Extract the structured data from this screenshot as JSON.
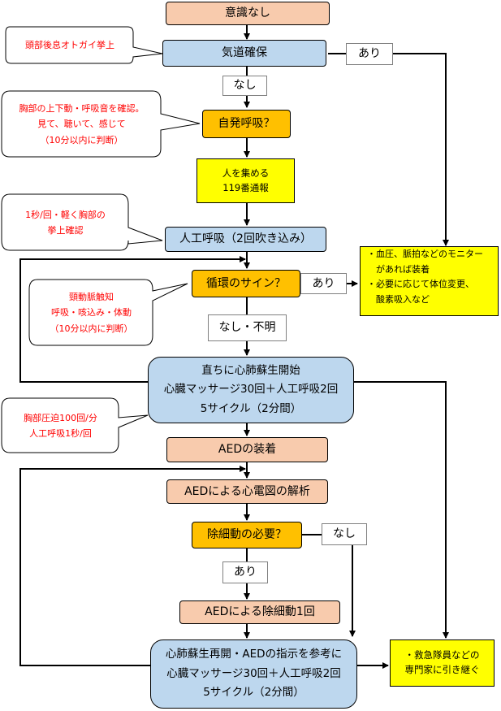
{
  "nodes": {
    "unconscious": "意識なし",
    "airway": "気道確保",
    "spontaneous_breathing": "自発呼吸？",
    "gather": [
      "人を集める",
      "119番通報"
    ],
    "artificial_respiration": "人工呼吸（2回吹き込み）",
    "circulation_sign": "循環のサイン？",
    "cpr_start": [
      "直ちに心肺蘇生開始",
      "心臓マッサージ30回＋人工呼吸2回",
      "5サイクル（2分間）"
    ],
    "aed_attach": "AEDの装着",
    "aed_analysis": "AEDによる心電図の解析",
    "defib_needed": "除細動の必要？",
    "aed_defib": "AEDによる除細動1回",
    "cpr_resume": [
      "心肺蘇生再開・AEDの指示を参考に",
      "心臓マッサージ30回＋人工呼吸2回",
      "5サイクル（2分間）"
    ]
  },
  "labels": {
    "airway_yes": "あり",
    "breathing_no": "なし",
    "circulation_yes": "あり",
    "circulation_no": "なし・不明",
    "defib_no": "なし",
    "defib_yes": "あり"
  },
  "notes": {
    "monitor": [
      "・血圧、脈拍などのモニター",
      "　があれば装着",
      "・必要に応じて体位変更、",
      "　酸素吸入など"
    ],
    "handover": [
      "・救急隊員などの",
      "専門家に引き継ぐ"
    ]
  },
  "callouts": {
    "head_tilt": [
      "頭部後息オトガイ挙上"
    ],
    "breathing_check": [
      "胸部の上下動・呼吸音を確認。",
      "見て、聴いて、感じて",
      "（10分以内に判断）"
    ],
    "breath_rate": [
      "1秒/回・軽く胸部の",
      "挙上確認"
    ],
    "pulse_check": [
      "頸動脈触知",
      "呼吸・咳込み・体動",
      "（10分以内に判断）"
    ],
    "compression_rate": [
      "胸部圧迫100回/分",
      "人工呼吸1秒/回"
    ]
  },
  "colors": {
    "peach": "#f8cbad",
    "blue": "#bdd7ee",
    "orange": "#ffc000",
    "yellow": "#ffff00",
    "callout_text": "#ff0000",
    "line": "#000000"
  }
}
